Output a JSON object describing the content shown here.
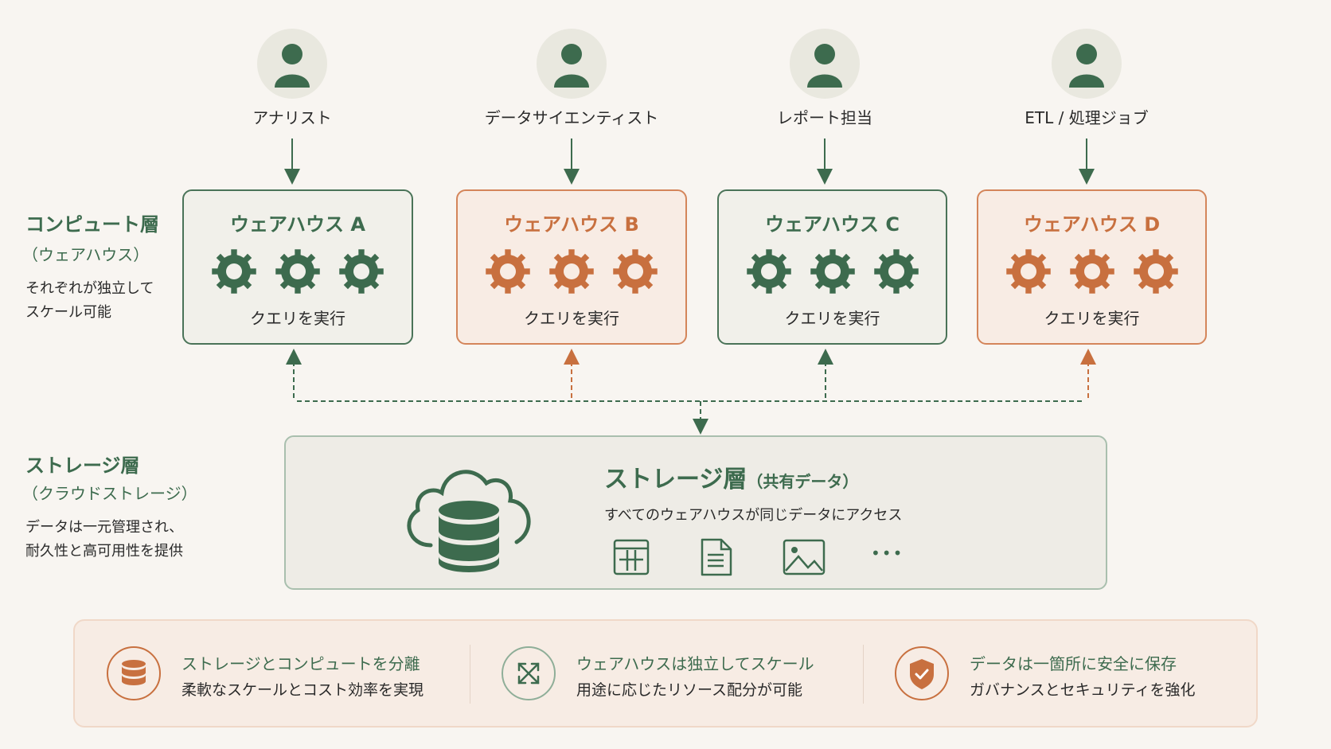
{
  "colors": {
    "green": "#3d6b4e",
    "orange": "#c8703f",
    "background": "#f8f5f1"
  },
  "users": [
    {
      "label": "アナリスト",
      "icon": "user-icon"
    },
    {
      "label": "データサイエンティスト",
      "icon": "user-icon"
    },
    {
      "label": "レポート担当",
      "icon": "user-icon"
    },
    {
      "label": "ETL / 処理ジョブ",
      "icon": "user-icon"
    }
  ],
  "compute_layer": {
    "title": "コンピュート層",
    "subtitle": "（ウェアハウス）",
    "description_line1": "それぞれが独立して",
    "description_line2": "スケール可能"
  },
  "warehouses": [
    {
      "name": "ウェアハウス A",
      "action": "クエリを実行",
      "theme": "green"
    },
    {
      "name": "ウェアハウス B",
      "action": "クエリを実行",
      "theme": "orange"
    },
    {
      "name": "ウェアハウス C",
      "action": "クエリを実行",
      "theme": "green"
    },
    {
      "name": "ウェアハウス D",
      "action": "クエリを実行",
      "theme": "orange"
    }
  ],
  "storage_layer": {
    "title": "ストレージ層",
    "subtitle": "（クラウドストレージ）",
    "description_line1": "データは一元管理され、",
    "description_line2": "耐久性と高可用性を提供"
  },
  "storage_box": {
    "title": "ストレージ層",
    "title_suffix": "（共有データ）",
    "subtitle": "すべてのウェアハウスが同じデータにアクセス",
    "data_icons": [
      "table-icon",
      "document-icon",
      "image-icon",
      "more-icon"
    ],
    "more": "•••"
  },
  "features": [
    {
      "title": "ストレージとコンピュートを分離",
      "desc": "柔軟なスケールとコスト効率を実現",
      "icon": "database-icon"
    },
    {
      "title": "ウェアハウスは独立してスケール",
      "desc": "用途に応じたリソース配分が可能",
      "icon": "expand-arrows-icon"
    },
    {
      "title": "データは一箇所に安全に保存",
      "desc": "ガバナンスとセキュリティを強化",
      "icon": "shield-check-icon"
    }
  ]
}
